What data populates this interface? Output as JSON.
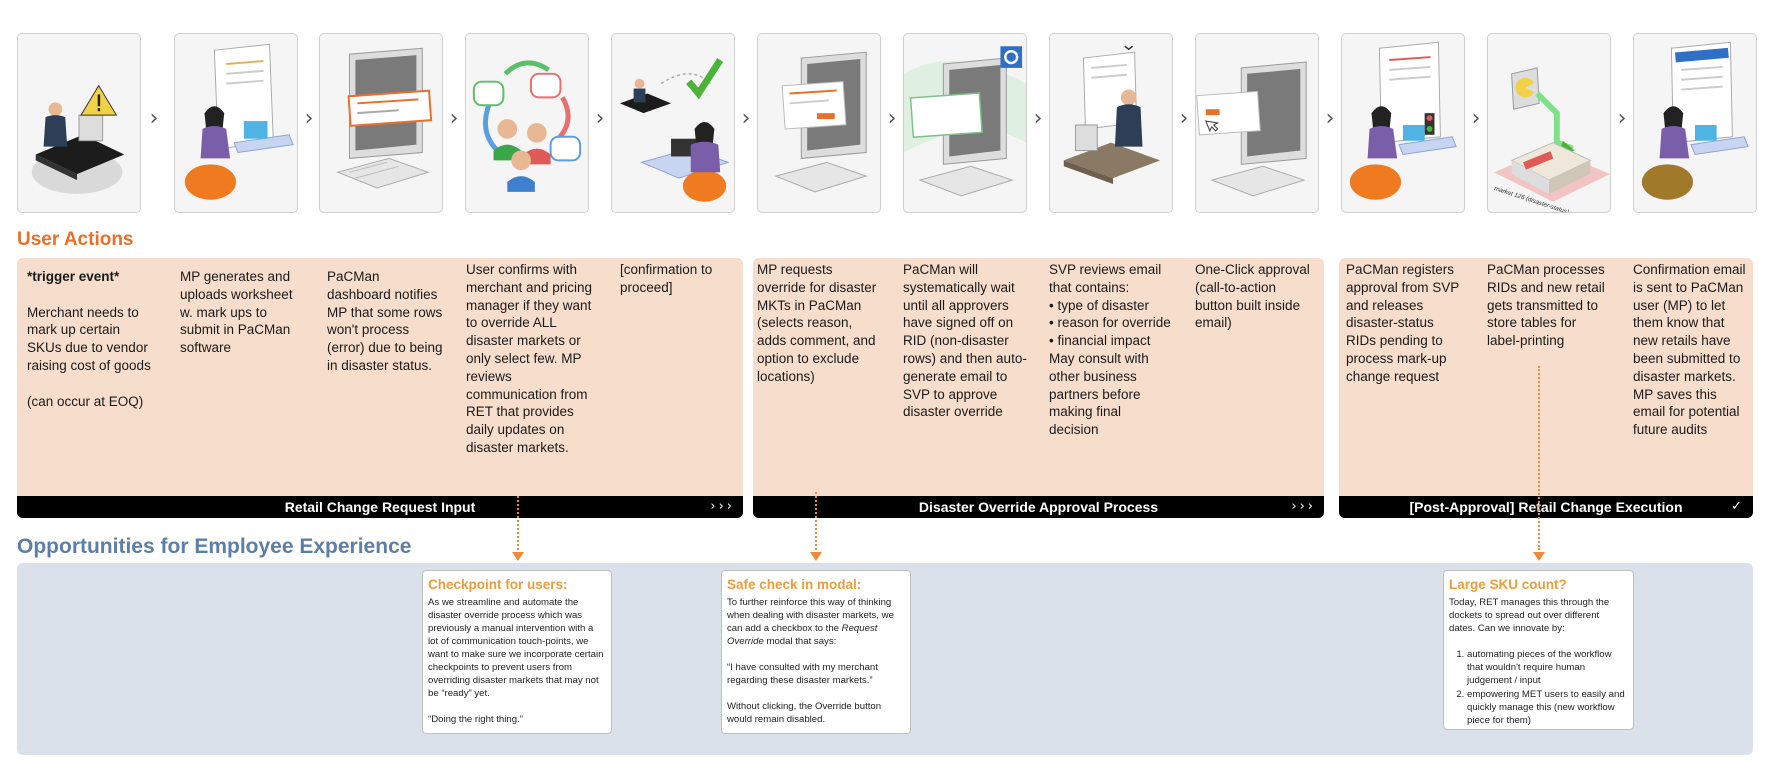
{
  "sections": {
    "user_actions": "User Actions",
    "opportunities": "Opportunities for Employee Experience"
  },
  "icons": [
    "alert-merchant",
    "woman-laptop",
    "monitor-error",
    "people-communication",
    "approved-desk",
    "monitor-modal",
    "monitor-outlook",
    "man-reviewing",
    "one-click-approval",
    "woman-laptop-approved",
    "pacman-store",
    "woman-laptop-confirm"
  ],
  "panels": [
    {
      "bar_label": "Retail Change Request Input",
      "bar_icon": "triple-chevron",
      "steps": [
        {
          "trigger": "*trigger event*",
          "text": "Merchant needs to mark up certain SKUs due to vendor raising cost of goods",
          "note": "(can occur at EOQ)"
        },
        {
          "text": "MP generates and uploads worksheet w. mark ups to submit in PaCMan software"
        },
        {
          "text": "PaCMan dashboard notifies MP that some rows won't process (error) due to being in disaster status."
        },
        {
          "text": "User confirms with merchant and pricing manager if they want to override ALL disaster markets or only select few. MP reviews communication from RET that provides daily updates on disaster markets."
        },
        {
          "text": "[confirmation to proceed]"
        }
      ]
    },
    {
      "bar_label": "Disaster Override Approval Process",
      "bar_icon": "triple-chevron",
      "steps": [
        {
          "text": "MP requests override for disaster MKTs in PaCMan (selects reason, adds comment, and option to exclude locations)"
        },
        {
          "text": "PaCMan will systematically wait until all approvers have signed off on RID (non-disaster rows) and then auto-generate email to SVP to approve disaster override"
        },
        {
          "lines": [
            "SVP reviews email that contains:",
            "• type of disaster",
            "• reason for override",
            "• financial impact",
            "May consult with other business partners before making final decision"
          ]
        },
        {
          "text": "One-Click approval (call-to-action button built inside email)"
        }
      ]
    },
    {
      "bar_label": "[Post-Approval] Retail Change Execution",
      "bar_icon": "check",
      "steps": [
        {
          "text": "PaCMan registers approval from SVP and releases disaster-status RIDs pending to process mark-up change request"
        },
        {
          "text": "PaCMan processes RIDs and new retail gets transmitted to store tables for label-printing"
        },
        {
          "text": "Confirmation email is sent to PaCMan user (MP) to let them know that new retails have been submitted to disaster markets. MP saves this email for potential future audits"
        }
      ]
    }
  ],
  "notes": [
    {
      "title": "Checkpoint for users:",
      "paragraphs": [
        "As we streamline and automate the disaster override process which was previously a manual intervention with a lot of communication touch-points, we want to make sure we incorporate certain checkpoints to prevent users from overriding disaster markets that may not be “ready” yet.",
        "“Doing the right thing.”"
      ]
    },
    {
      "title": "Safe check in modal:",
      "p1_before": "To further reinforce this way of thinking when dealing with disaster markets, we can add a checkbox to the ",
      "p1_italic": "Request Override",
      "p1_after": " modal that says:",
      "p2": "“I have consulted with my merchant regarding these disaster markets.”",
      "p3": "Without clicking, the Override button would remain disabled."
    },
    {
      "title": "Large SKU count?",
      "intro": "Today, RET manages this through the dockets to spread out over different dates. Can we innovate by:",
      "items": [
        "automating pieces of the workflow that wouldn't require human judgement / input",
        "empowering MET users to easily and quickly manage this (new workflow piece for them)"
      ]
    }
  ],
  "illustration_labels": {
    "store_sign": "market 126 (disaster-status)"
  },
  "colors": {
    "accent_orange": "#e8702a",
    "accent_blue": "#5d7ea8",
    "panel_peach": "#f7ddcb",
    "opportunity_bg": "#dbe1ea",
    "bar_black": "#000000",
    "note_title": "#ee9d3a"
  }
}
